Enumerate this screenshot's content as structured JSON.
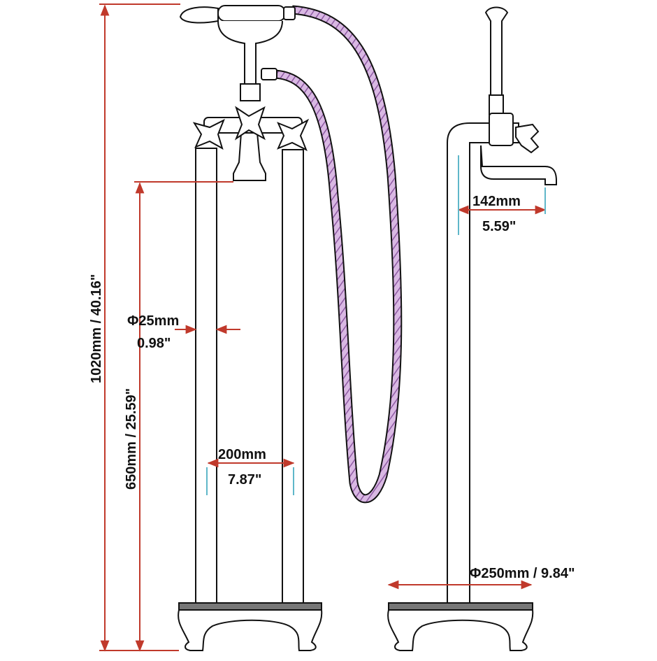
{
  "colors": {
    "line": "#111111",
    "hose": "#b889c8",
    "dimension": "#c0392b",
    "extension": "#5fb7c9"
  },
  "dimensions": {
    "total_height": "1020mm / 40.16\"",
    "spout_height": "650mm / 25.59\"",
    "pipe_diameter_mm": "Φ25mm",
    "pipe_diameter_in": "0.98\"",
    "pipe_spacing_mm": "200mm",
    "pipe_spacing_in": "7.87\"",
    "spout_reach_mm": "142mm",
    "spout_reach_in": "5.59\"",
    "base_diameter": "Φ250mm / 9.84\""
  }
}
